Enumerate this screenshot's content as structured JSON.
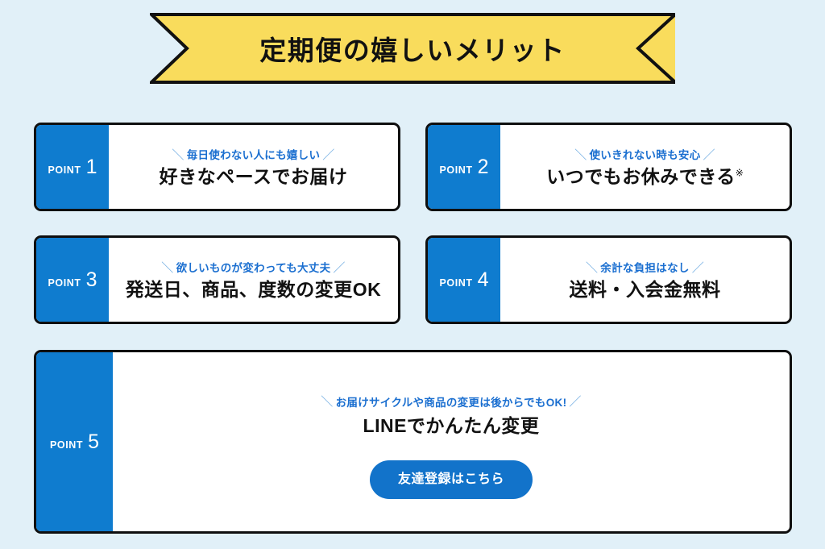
{
  "background_color": "#e1f0f8",
  "colors": {
    "banner_fill": "#f9dc5c",
    "banner_border": "#111111",
    "point_block_blue": "#0f7ccf",
    "subtitle_blue": "#1b6fd0",
    "slash_blue": "#6aa9e0",
    "cta_blue": "#1273ca",
    "main_text": "#111111"
  },
  "banner": {
    "title": "定期便の嬉しいメリット"
  },
  "points": [
    {
      "label": "POINT",
      "number": "1",
      "slash_left": "＼",
      "slash_right": "／",
      "subtitle": "毎日使わない人にも嬉しい",
      "main": "好きなペースでお届け",
      "note_mark": ""
    },
    {
      "label": "POINT",
      "number": "2",
      "slash_left": "＼",
      "slash_right": "／",
      "subtitle": "使いきれない時も安心",
      "main": "いつでもお休みできる",
      "note_mark": "※"
    },
    {
      "label": "POINT",
      "number": "3",
      "slash_left": "＼",
      "slash_right": "／",
      "subtitle": "欲しいものが変わっても大丈夫",
      "main": "発送日、商品、度数の変更OK",
      "note_mark": ""
    },
    {
      "label": "POINT",
      "number": "4",
      "slash_left": "＼",
      "slash_right": "／",
      "subtitle": "余計な負担はなし",
      "main": "送料・入会金無料",
      "note_mark": ""
    },
    {
      "label": "POINT",
      "number": "5",
      "slash_left": "＼",
      "slash_right": "／",
      "subtitle": "お届けサイクルや商品の変更は後からでもOK!",
      "main": "LINEでかんたん変更",
      "note_mark": "",
      "cta_label": "友達登録はこちら"
    }
  ]
}
